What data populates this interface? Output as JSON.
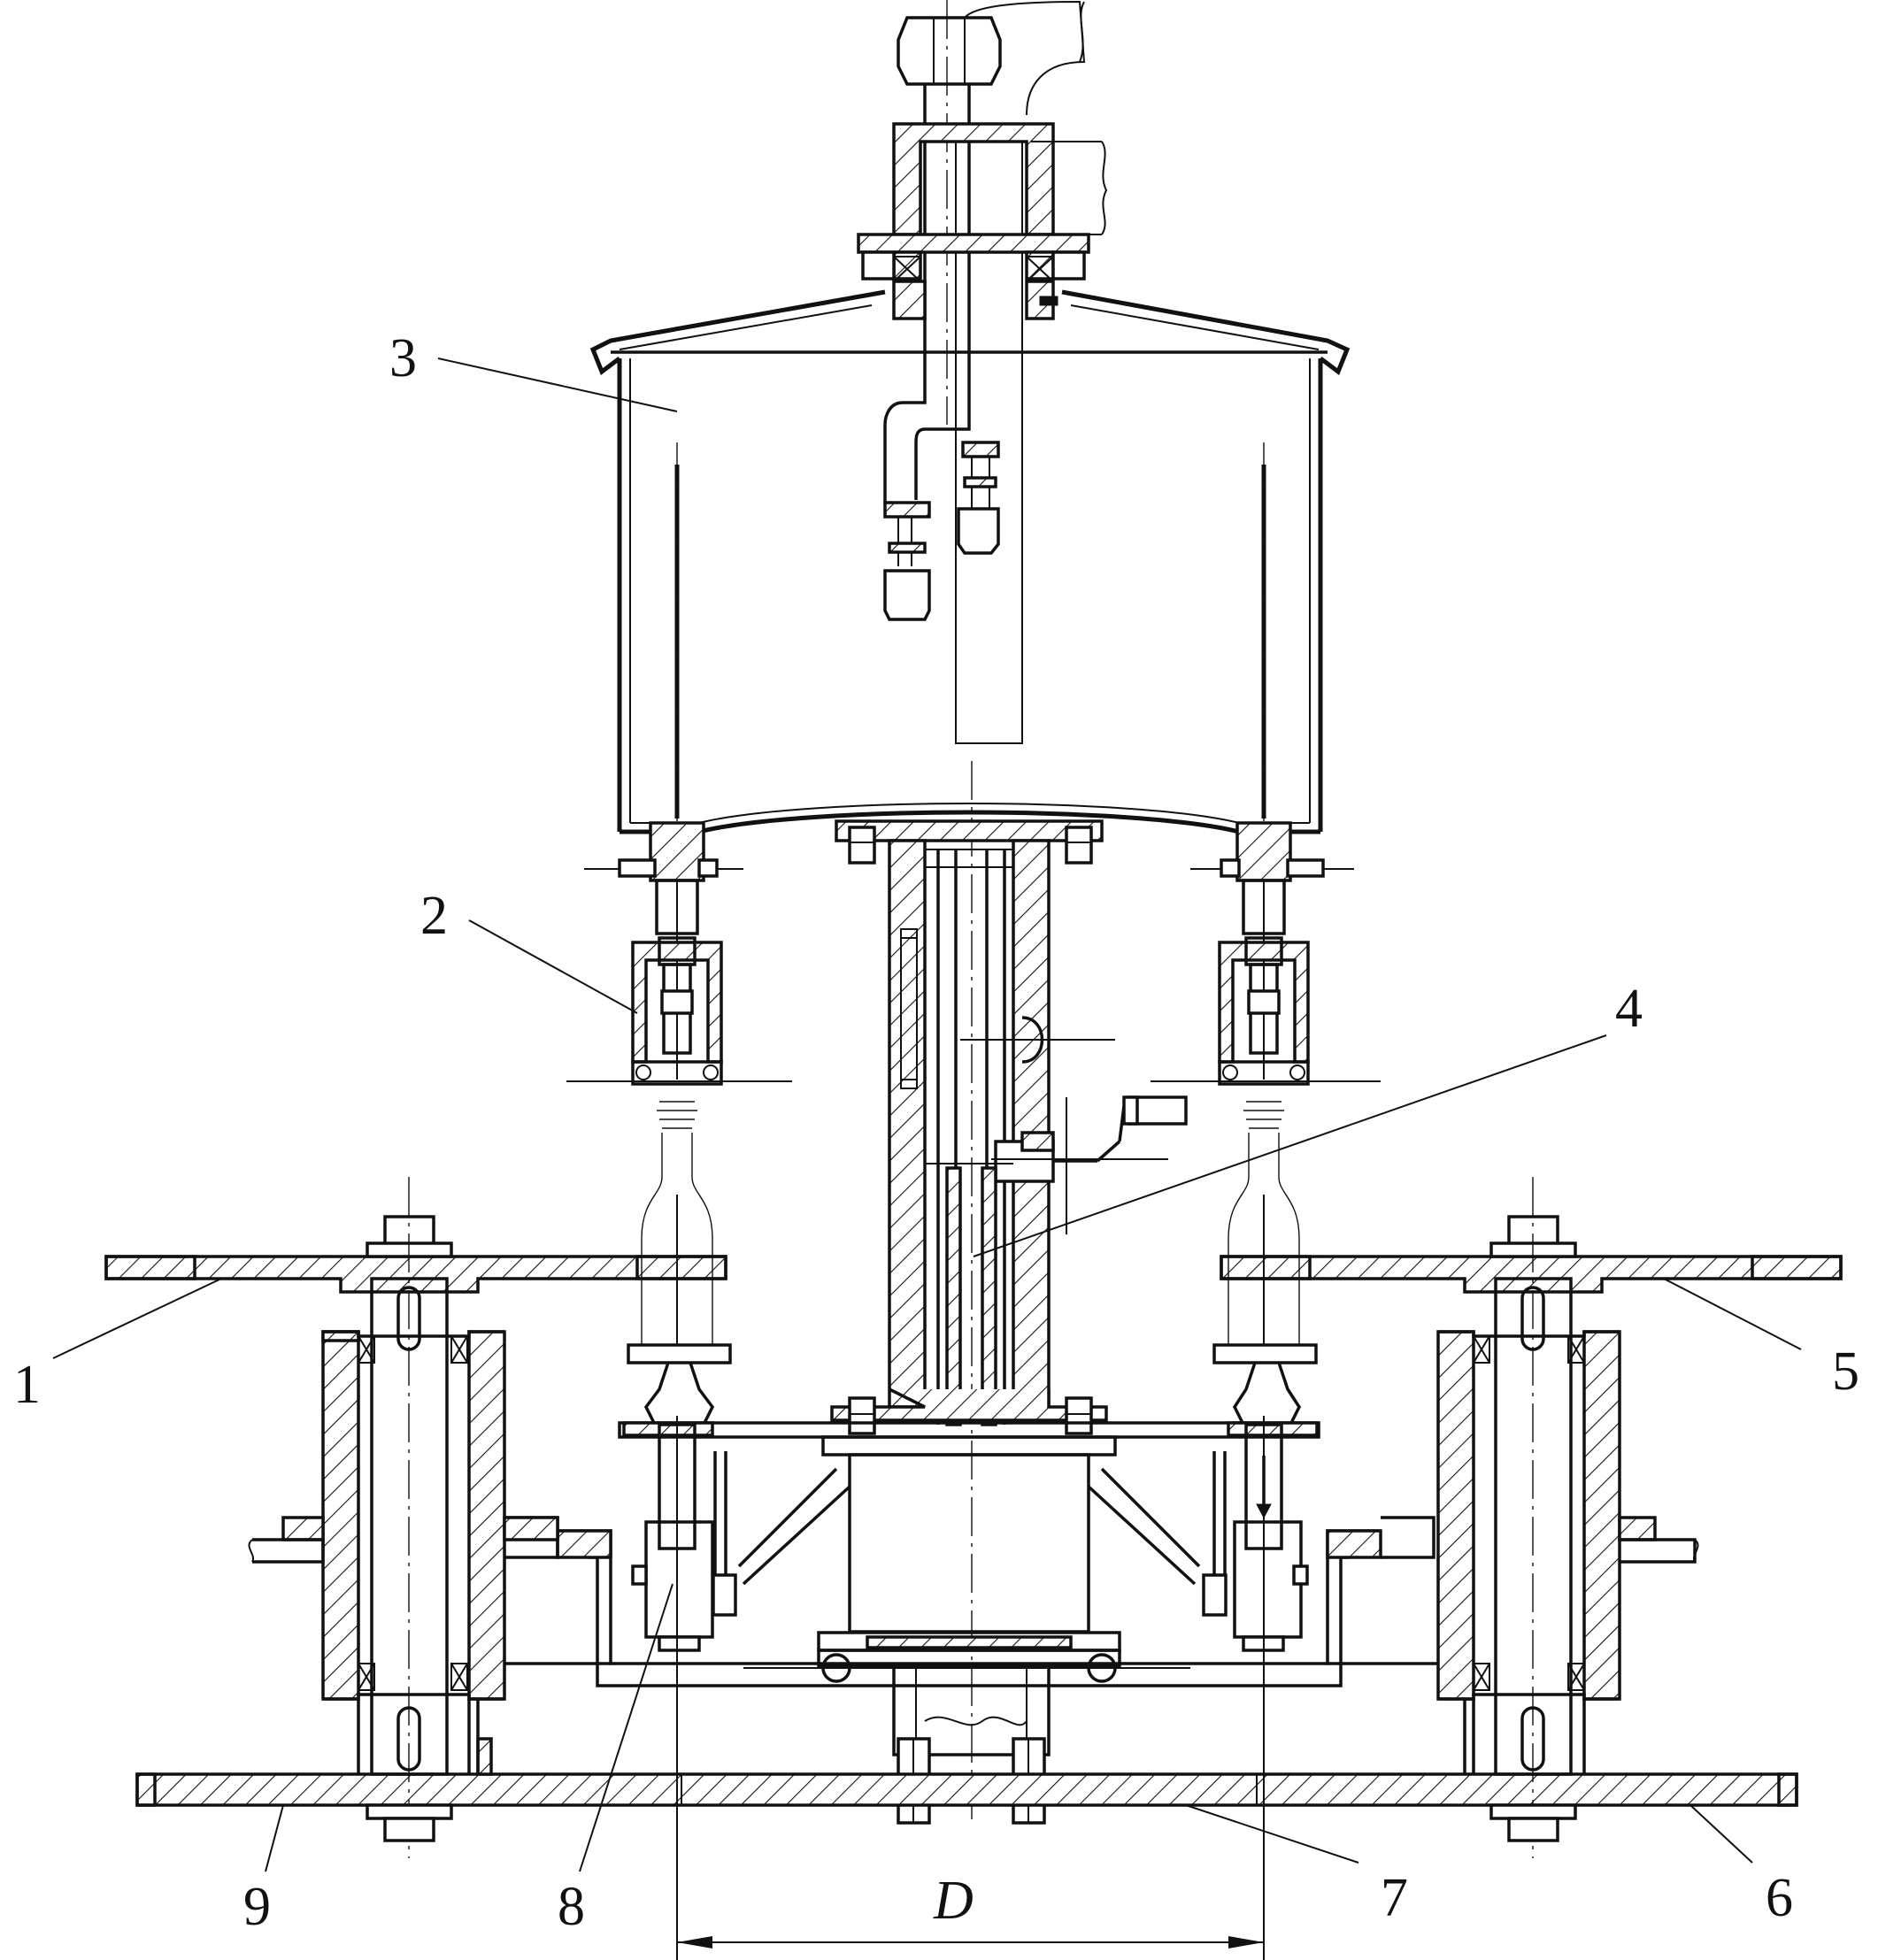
{
  "diagram": {
    "part_labels": [
      {
        "id": "1",
        "text": "1"
      },
      {
        "id": "2",
        "text": "2"
      },
      {
        "id": "3",
        "text": "3"
      },
      {
        "id": "4",
        "text": "4"
      },
      {
        "id": "5",
        "text": "5"
      },
      {
        "id": "6",
        "text": "6"
      },
      {
        "id": "7",
        "text": "7"
      },
      {
        "id": "8",
        "text": "8"
      },
      {
        "id": "9",
        "text": "9"
      }
    ],
    "dimension_label": "D"
  }
}
